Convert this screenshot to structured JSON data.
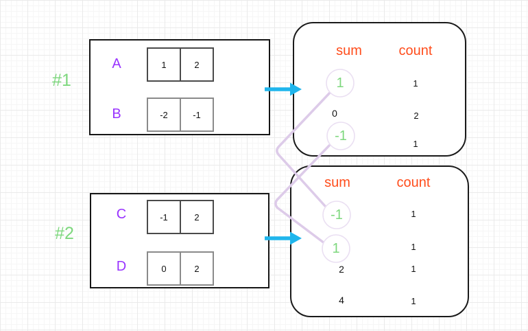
{
  "groups": [
    {
      "label": "#1",
      "arrays": [
        {
          "name": "A",
          "cells": [
            "1",
            "2"
          ]
        },
        {
          "name": "B",
          "cells": [
            "-2",
            "-1"
          ]
        }
      ],
      "result": {
        "sum_header": "sum",
        "count_header": "count",
        "rows": [
          {
            "sum": "1",
            "count": "1",
            "highlighted": true
          },
          {
            "sum": "0",
            "count": "2",
            "highlighted": false
          },
          {
            "sum": "-1",
            "count": "1",
            "highlighted": true
          }
        ]
      }
    },
    {
      "label": "#2",
      "arrays": [
        {
          "name": "C",
          "cells": [
            "-1",
            "2"
          ]
        },
        {
          "name": "D",
          "cells": [
            "0",
            "2"
          ]
        }
      ],
      "result": {
        "sum_header": "sum",
        "count_header": "count",
        "rows": [
          {
            "sum": "-1",
            "count": "1",
            "highlighted": true
          },
          {
            "sum": "1",
            "count": "1",
            "highlighted": true
          },
          {
            "sum": "2",
            "count": "1",
            "highlighted": false
          },
          {
            "sum": "4",
            "count": "1",
            "highlighted": false
          }
        ]
      }
    }
  ],
  "connections": [
    {
      "from": "group1 sum 1",
      "to": "group2 sum -1"
    },
    {
      "from": "group1 sum -1",
      "to": "group2 sum 1"
    }
  ],
  "colors": {
    "group_label_green": "#7dd77d",
    "array_letter_purple": "#9933ff",
    "header_orange": "#ff4d1c",
    "arrow_cyan": "#1fb5ec",
    "link_lavender": "#ddcbe9",
    "circle_stroke": "#eadff2"
  }
}
